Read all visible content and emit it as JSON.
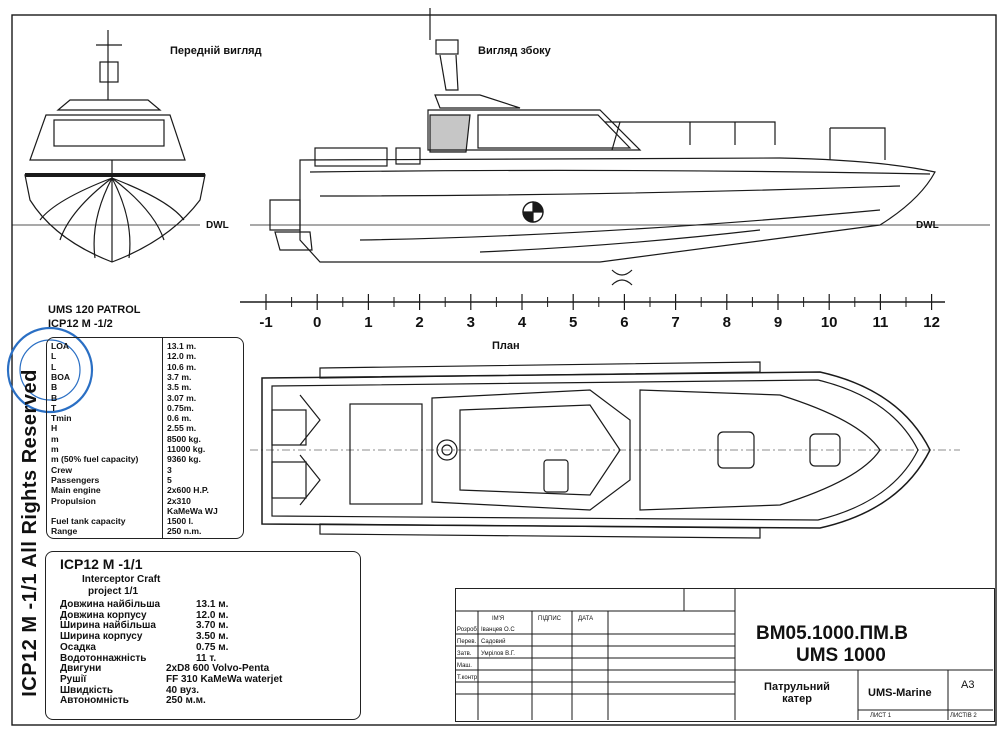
{
  "vertical_title": "ICP12 M -1/1 All Rights Reserved",
  "views": {
    "front": "Передній вигляд",
    "side": "Вигляд збоку",
    "plan": "План",
    "dwl_left": "DWL",
    "dwl_right": "DWL"
  },
  "scale_ticks": [
    "-1",
    "0",
    "1",
    "2",
    "3",
    "4",
    "5",
    "6",
    "7",
    "8",
    "9",
    "10",
    "11",
    "12"
  ],
  "spec_header": {
    "line1": "UMS 120 PATROL",
    "line2": "ICP12 M -1/2"
  },
  "specs": [
    {
      "label": "LOA",
      "value": "13.1 m."
    },
    {
      "label": "L",
      "value": "12.0 m."
    },
    {
      "label": "L",
      "value": "10.6 m."
    },
    {
      "label": "BOA",
      "value": "3.7 m."
    },
    {
      "label": "B",
      "value": "3.5 m."
    },
    {
      "label": "B",
      "value": "3.07 m."
    },
    {
      "label": "T",
      "value": "0.75m."
    },
    {
      "label": "Tmin",
      "value": "0.6 m."
    },
    {
      "label": "H",
      "value": "2.55 m."
    },
    {
      "label": "m",
      "value": "8500 kg."
    },
    {
      "label": "m",
      "value": "11000 kg."
    },
    {
      "label": "m (50% fuel capacity)",
      "value": "9360 kg."
    },
    {
      "label": "Crew",
      "value": "3"
    },
    {
      "label": "Passengers",
      "value": "5"
    },
    {
      "label": "Main engine",
      "value": "2x600 H.P."
    },
    {
      "label": "Propulsion",
      "value": "2x310"
    },
    {
      "label": "",
      "value": "KaMeWa WJ"
    },
    {
      "label": "Fuel tank capacity",
      "value": "1500 l."
    },
    {
      "label": "Range",
      "value": "250 n.m."
    }
  ],
  "craft": {
    "name": "ICP12 M -1/1",
    "type": "Interceptor Craft",
    "project": "project 1/1",
    "rows": [
      {
        "label": "Довжина найбільша",
        "value": "13.1 м."
      },
      {
        "label": "Довжина корпусу",
        "value": "12.0 м."
      },
      {
        "label": "Ширина найбільша",
        "value": "3.70 м."
      },
      {
        "label": "Ширина корпусу",
        "value": "3.50 м."
      },
      {
        "label": "Осадка",
        "value": "0.75 м."
      },
      {
        "label": "Водотоннажність",
        "value": "11 т."
      },
      {
        "label": "Двигуни",
        "value": "2xD8 600 Volvo-Penta"
      },
      {
        "label": "Рушії",
        "value": "FF 310 KaMeWa waterjet"
      },
      {
        "label": "Швидкість",
        "value": "40 вуз."
      },
      {
        "label": "Автономність",
        "value": "250 м.м."
      }
    ]
  },
  "title_block": {
    "doc_number": "BM05.1000.ПМ.В",
    "model": "UMS 1000",
    "description": "Патрульний катер",
    "company": "UMS-Marine",
    "format": "А3",
    "sheet": "ЛИСТ 1",
    "sheets": "ЛИСТІВ 2",
    "col_name": "ІМ'Я",
    "col_sign": "ПІДПИС",
    "col_date": "ДАТА",
    "roles": [
      {
        "role": "Розроб.",
        "name": "Іванцев О.С"
      },
      {
        "role": "Перев.",
        "name": "Садовий"
      },
      {
        "role": "Затв.",
        "name": "Умрілов В.Г."
      },
      {
        "role": "Маш.",
        "name": ""
      },
      {
        "role": "Т.контр.",
        "name": ""
      }
    ]
  },
  "stamp_color": "#2a6fc4"
}
